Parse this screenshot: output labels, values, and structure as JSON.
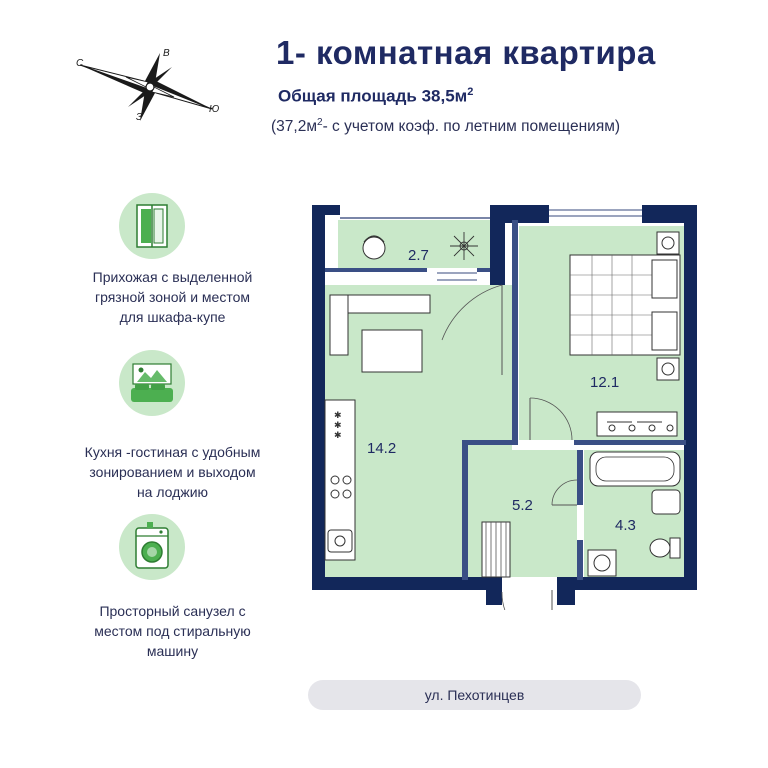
{
  "header": {
    "title": "1- комнатная  квартира",
    "total_area_label": "Общая площадь 38,5м",
    "total_area_sup": "2",
    "note_prefix": "(37,2м",
    "note_sup": "2",
    "note_suffix": "- с учетом коэф. по летним помещениям)"
  },
  "compass": {
    "north": "С",
    "east": "В",
    "south": "Ю",
    "west": "З"
  },
  "features": [
    {
      "icon": "wardrobe-icon",
      "lines": [
        "Прихожая с выделенной",
        "грязной зоной  и местом",
        "для шкафа-купе"
      ]
    },
    {
      "icon": "sofa-icon",
      "lines": [
        "Кухня -гостиная с удобным",
        "зонированием и выходом",
        "на лоджию"
      ]
    },
    {
      "icon": "washing-machine-icon",
      "lines": [
        "Просторный санузел с",
        "местом под стиральную",
        "машину"
      ]
    }
  ],
  "rooms": {
    "loggia": "2.7",
    "bedroom": "12.1",
    "kitchen_living": "14.2",
    "hall": "5.2",
    "bathroom": "4.3"
  },
  "street": "ул. Пехотинцев",
  "colors": {
    "wall": "#12275a",
    "floor": "#c9e8c9",
    "text": "#1f2a63",
    "street_bar": "#e5e5ea"
  }
}
